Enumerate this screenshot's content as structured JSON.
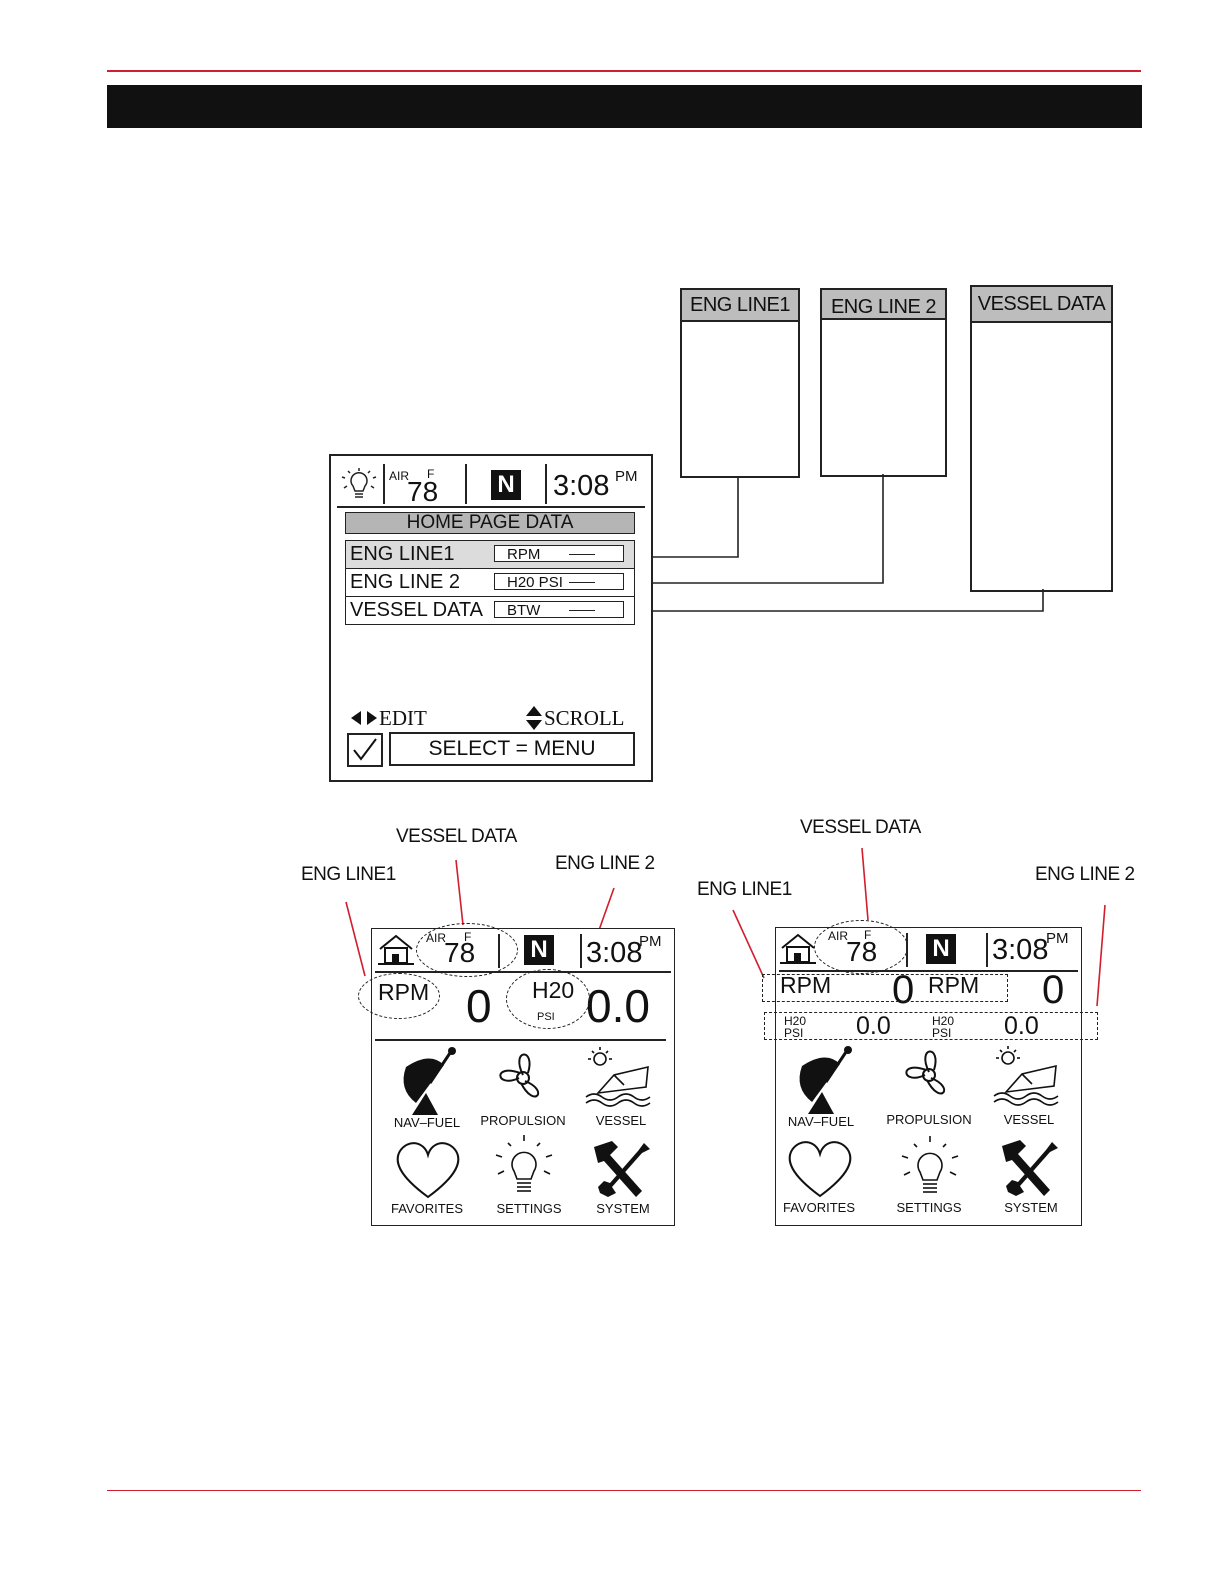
{
  "colors": {
    "rule": "#d01f2e",
    "bar": "#111111",
    "header_fill": "#bdbdbd"
  },
  "list_boxes": [
    {
      "label": "ENG LINE1"
    },
    {
      "label": "ENG LINE 2"
    },
    {
      "label": "VESSEL DATA"
    }
  ],
  "setup_screen": {
    "status": {
      "air_label": "AIR",
      "unit": "F",
      "temp": "78",
      "gear": "N",
      "time": "3:08",
      "ampm": "PM"
    },
    "title": "HOME PAGE DATA",
    "rows": [
      {
        "label": "ENG LINE1",
        "value": "RPM"
      },
      {
        "label": "ENG LINE 2",
        "value": "H20 PSI"
      },
      {
        "label": "VESSEL DATA",
        "value": "BTW"
      }
    ],
    "edit_label": "EDIT",
    "scroll_label": "SCROLL",
    "select_label": "SELECT = MENU"
  },
  "home_left": {
    "callouts": {
      "eng1": "ENG LINE1",
      "vessel": "VESSEL DATA",
      "eng2": "ENG LINE 2"
    },
    "status": {
      "air_label": "AIR",
      "unit": "F",
      "temp": "78",
      "gear": "N",
      "time": "3:08",
      "ampm": "PM"
    },
    "eng1_label": "RPM",
    "eng1_value": "0",
    "eng2_label": "H20",
    "eng2_sub": "PSI",
    "eng2_value": "0.0",
    "icons": [
      "NAV–FUEL",
      "PROPULSION",
      "VESSEL",
      "FAVORITES",
      "SETTINGS",
      "SYSTEM"
    ]
  },
  "home_right": {
    "callouts": {
      "eng1": "ENG LINE1",
      "vessel": "VESSEL DATA",
      "eng2": "ENG LINE 2"
    },
    "status": {
      "air_label": "AIR",
      "unit": "F",
      "temp": "78",
      "gear": "N",
      "time": "3:08",
      "ampm": "PM"
    },
    "line1": [
      {
        "label": "RPM",
        "value": "0"
      },
      {
        "label": "RPM",
        "value": "0"
      }
    ],
    "line2": [
      {
        "label": "H20",
        "sub": "PSI",
        "value": "0.0"
      },
      {
        "label": "H20",
        "sub": "PSI",
        "value": "0.0"
      }
    ],
    "icons": [
      "NAV–FUEL",
      "PROPULSION",
      "VESSEL",
      "FAVORITES",
      "SETTINGS",
      "SYSTEM"
    ]
  }
}
